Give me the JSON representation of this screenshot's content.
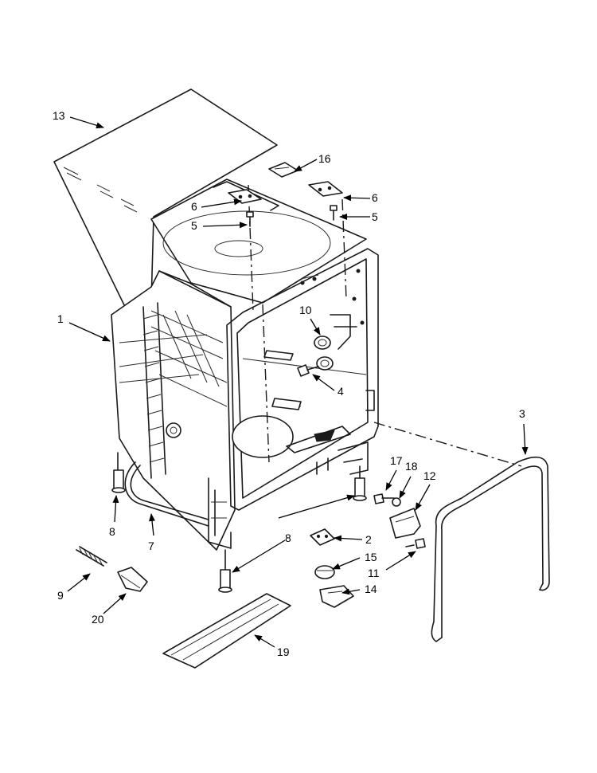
{
  "diagram": {
    "callouts": [
      {
        "id": "c13",
        "text": "13"
      },
      {
        "id": "c16",
        "text": "16"
      },
      {
        "id": "c6a",
        "text": "6"
      },
      {
        "id": "c5a",
        "text": "5"
      },
      {
        "id": "c6b",
        "text": "6"
      },
      {
        "id": "c5b",
        "text": "5"
      },
      {
        "id": "c1",
        "text": "1"
      },
      {
        "id": "c10",
        "text": "10"
      },
      {
        "id": "c4",
        "text": "4"
      },
      {
        "id": "c3",
        "text": "3"
      },
      {
        "id": "c17",
        "text": "17"
      },
      {
        "id": "c18",
        "text": "18"
      },
      {
        "id": "c12",
        "text": "12"
      },
      {
        "id": "c8a",
        "text": "8"
      },
      {
        "id": "c8b",
        "text": "8"
      },
      {
        "id": "c2",
        "text": "2"
      },
      {
        "id": "c7",
        "text": "7"
      },
      {
        "id": "c15",
        "text": "15"
      },
      {
        "id": "c11",
        "text": "11"
      },
      {
        "id": "c14",
        "text": "14"
      },
      {
        "id": "c9",
        "text": "9"
      },
      {
        "id": "c20",
        "text": "20"
      },
      {
        "id": "c19",
        "text": "19"
      }
    ]
  }
}
